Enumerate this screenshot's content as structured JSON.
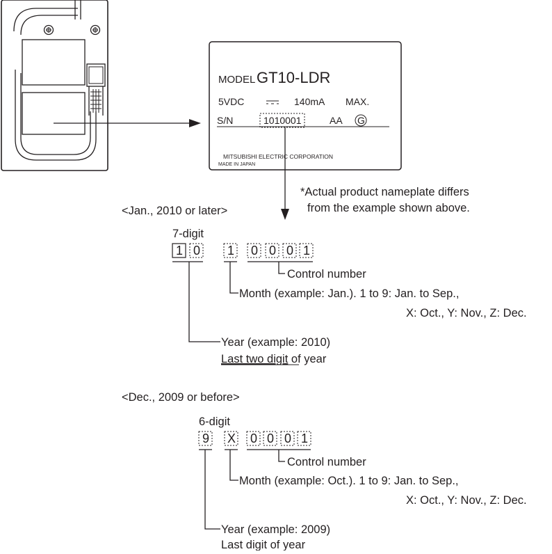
{
  "nameplate": {
    "model_label": "MODEL",
    "model_value": "GT10-LDR",
    "voltage": "5VDC",
    "dc_symbol": "---",
    "current": "140mA",
    "max": "MAX.",
    "sn_label": "S/N",
    "serial": "1010001",
    "aa": "AA",
    "g_mark": "G",
    "maker": "MITSUBISHI ELECTRIC CORPORATION",
    "made_in": "MADE IN JAPAN"
  },
  "note": {
    "line1": "*Actual product nameplate differs",
    "line2": "from the example shown above."
  },
  "section_2010": {
    "heading": "<Jan., 2010 or later>",
    "digit_count": "7-digit",
    "digits": [
      "1",
      "0",
      "1",
      "0",
      "0",
      "0",
      "1"
    ],
    "control_number": "Control number",
    "month_line1": "Month (example: Jan.). 1 to 9: Jan. to Sep.,",
    "month_line2": "X: Oct., Y: Nov., Z: Dec.",
    "year_line1": "Year (example: 2010)",
    "year_line2_underlined": "Last two digit",
    "year_line2_rest": " of year"
  },
  "section_2009": {
    "heading": "<Dec., 2009 or before>",
    "digit_count": "6-digit",
    "digits": [
      "9",
      "X",
      "0",
      "0",
      "0",
      "1"
    ],
    "control_number": "Control number",
    "month_line1": "Month (example: Oct.). 1 to 9: Jan. to Sep.,",
    "month_line2": "X: Oct., Y: Nov., Z: Dec.",
    "year_line1": "Year (example: 2009)",
    "year_line2": "Last digit of year"
  }
}
